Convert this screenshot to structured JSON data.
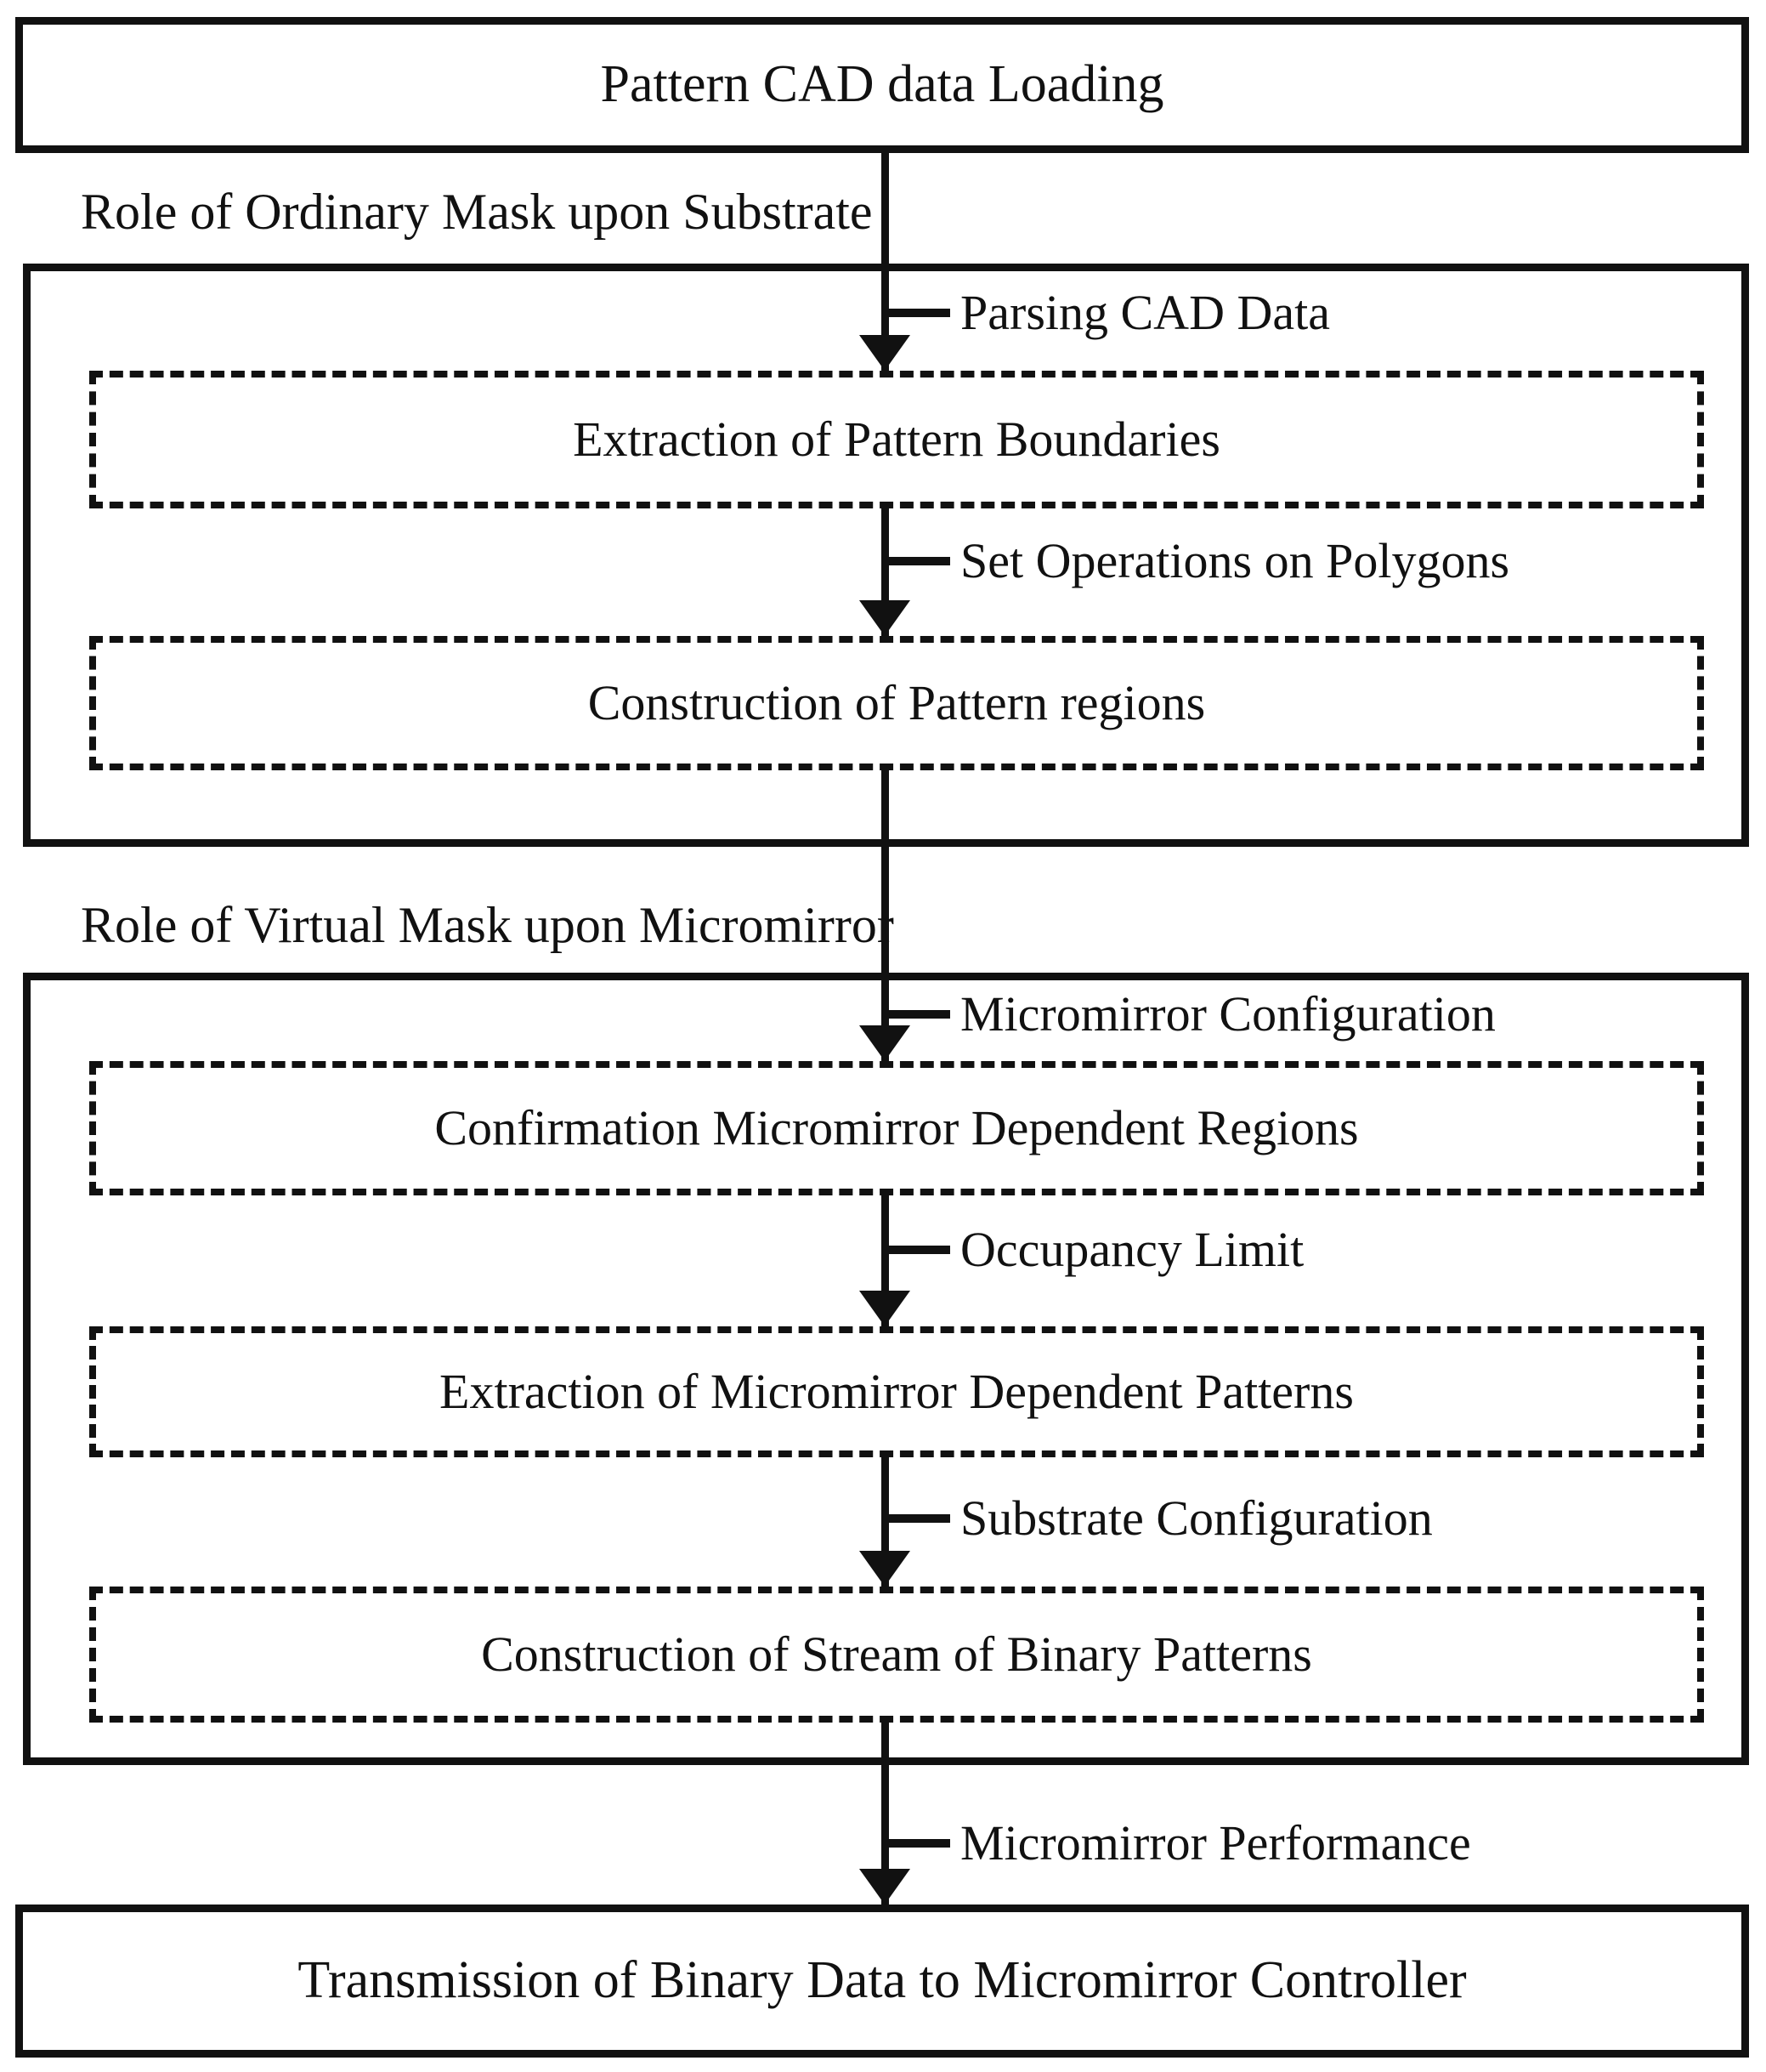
{
  "figure": {
    "start_box": {
      "label": "Pattern CAD data Loading"
    },
    "sections": [
      {
        "heading": "Role of Ordinary Mask upon Substrate",
        "steps": [
          {
            "arrow_label": "Parsing CAD Data",
            "box": "Extraction of Pattern Boundaries"
          },
          {
            "arrow_label": "Set Operations on Polygons",
            "box": "Construction of Pattern regions"
          }
        ]
      },
      {
        "heading": "Role of Virtual Mask upon Micromirror",
        "steps": [
          {
            "arrow_label": "Micromirror Configuration",
            "box": "Confirmation Micromirror Dependent Regions"
          },
          {
            "arrow_label": "Occupancy Limit",
            "box": "Extraction of Micromirror Dependent Patterns"
          },
          {
            "arrow_label": "Substrate Configuration",
            "box": "Construction of Stream of Binary Patterns"
          }
        ]
      }
    ],
    "final_arrow_label": "Micromirror Performance",
    "end_box": {
      "label": "Transmission of Binary Data to Micromirror Controller"
    },
    "colors": {
      "ink": "#111111",
      "background": "#ffffff"
    }
  }
}
